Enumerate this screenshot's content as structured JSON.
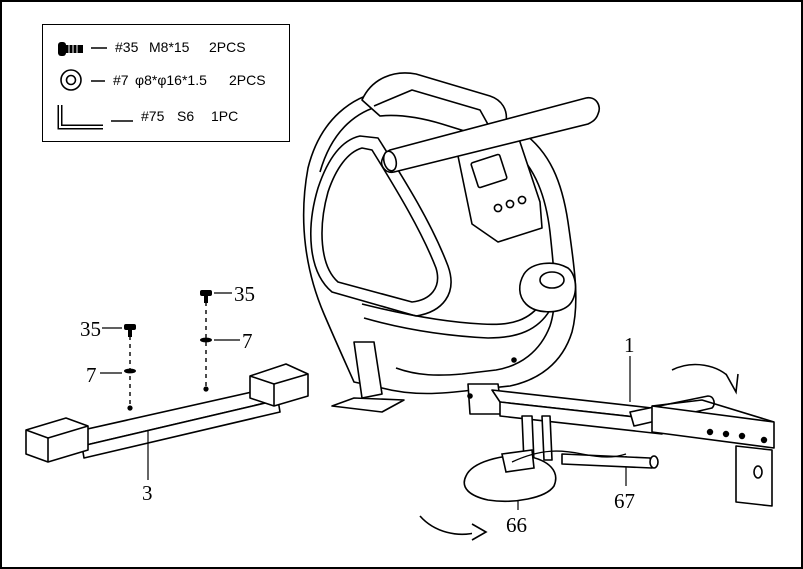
{
  "legend": {
    "items": [
      {
        "icon": "bolt-icon",
        "part": "#35",
        "spec": "M8*15",
        "qty": "2PCS"
      },
      {
        "icon": "washer-icon",
        "part": "#7",
        "spec": "φ8*φ16*1.5",
        "qty": "2PCS"
      },
      {
        "icon": "hex-key-icon",
        "part": "#75",
        "spec": "S6",
        "qty": "1PC"
      }
    ]
  },
  "callouts": {
    "bolt_top": "35",
    "washer_right": "7",
    "bolt_left": "35",
    "washer_left": "7",
    "stabilizer": "3",
    "rail": "1",
    "foot_pedal": "66",
    "cable": "67"
  }
}
